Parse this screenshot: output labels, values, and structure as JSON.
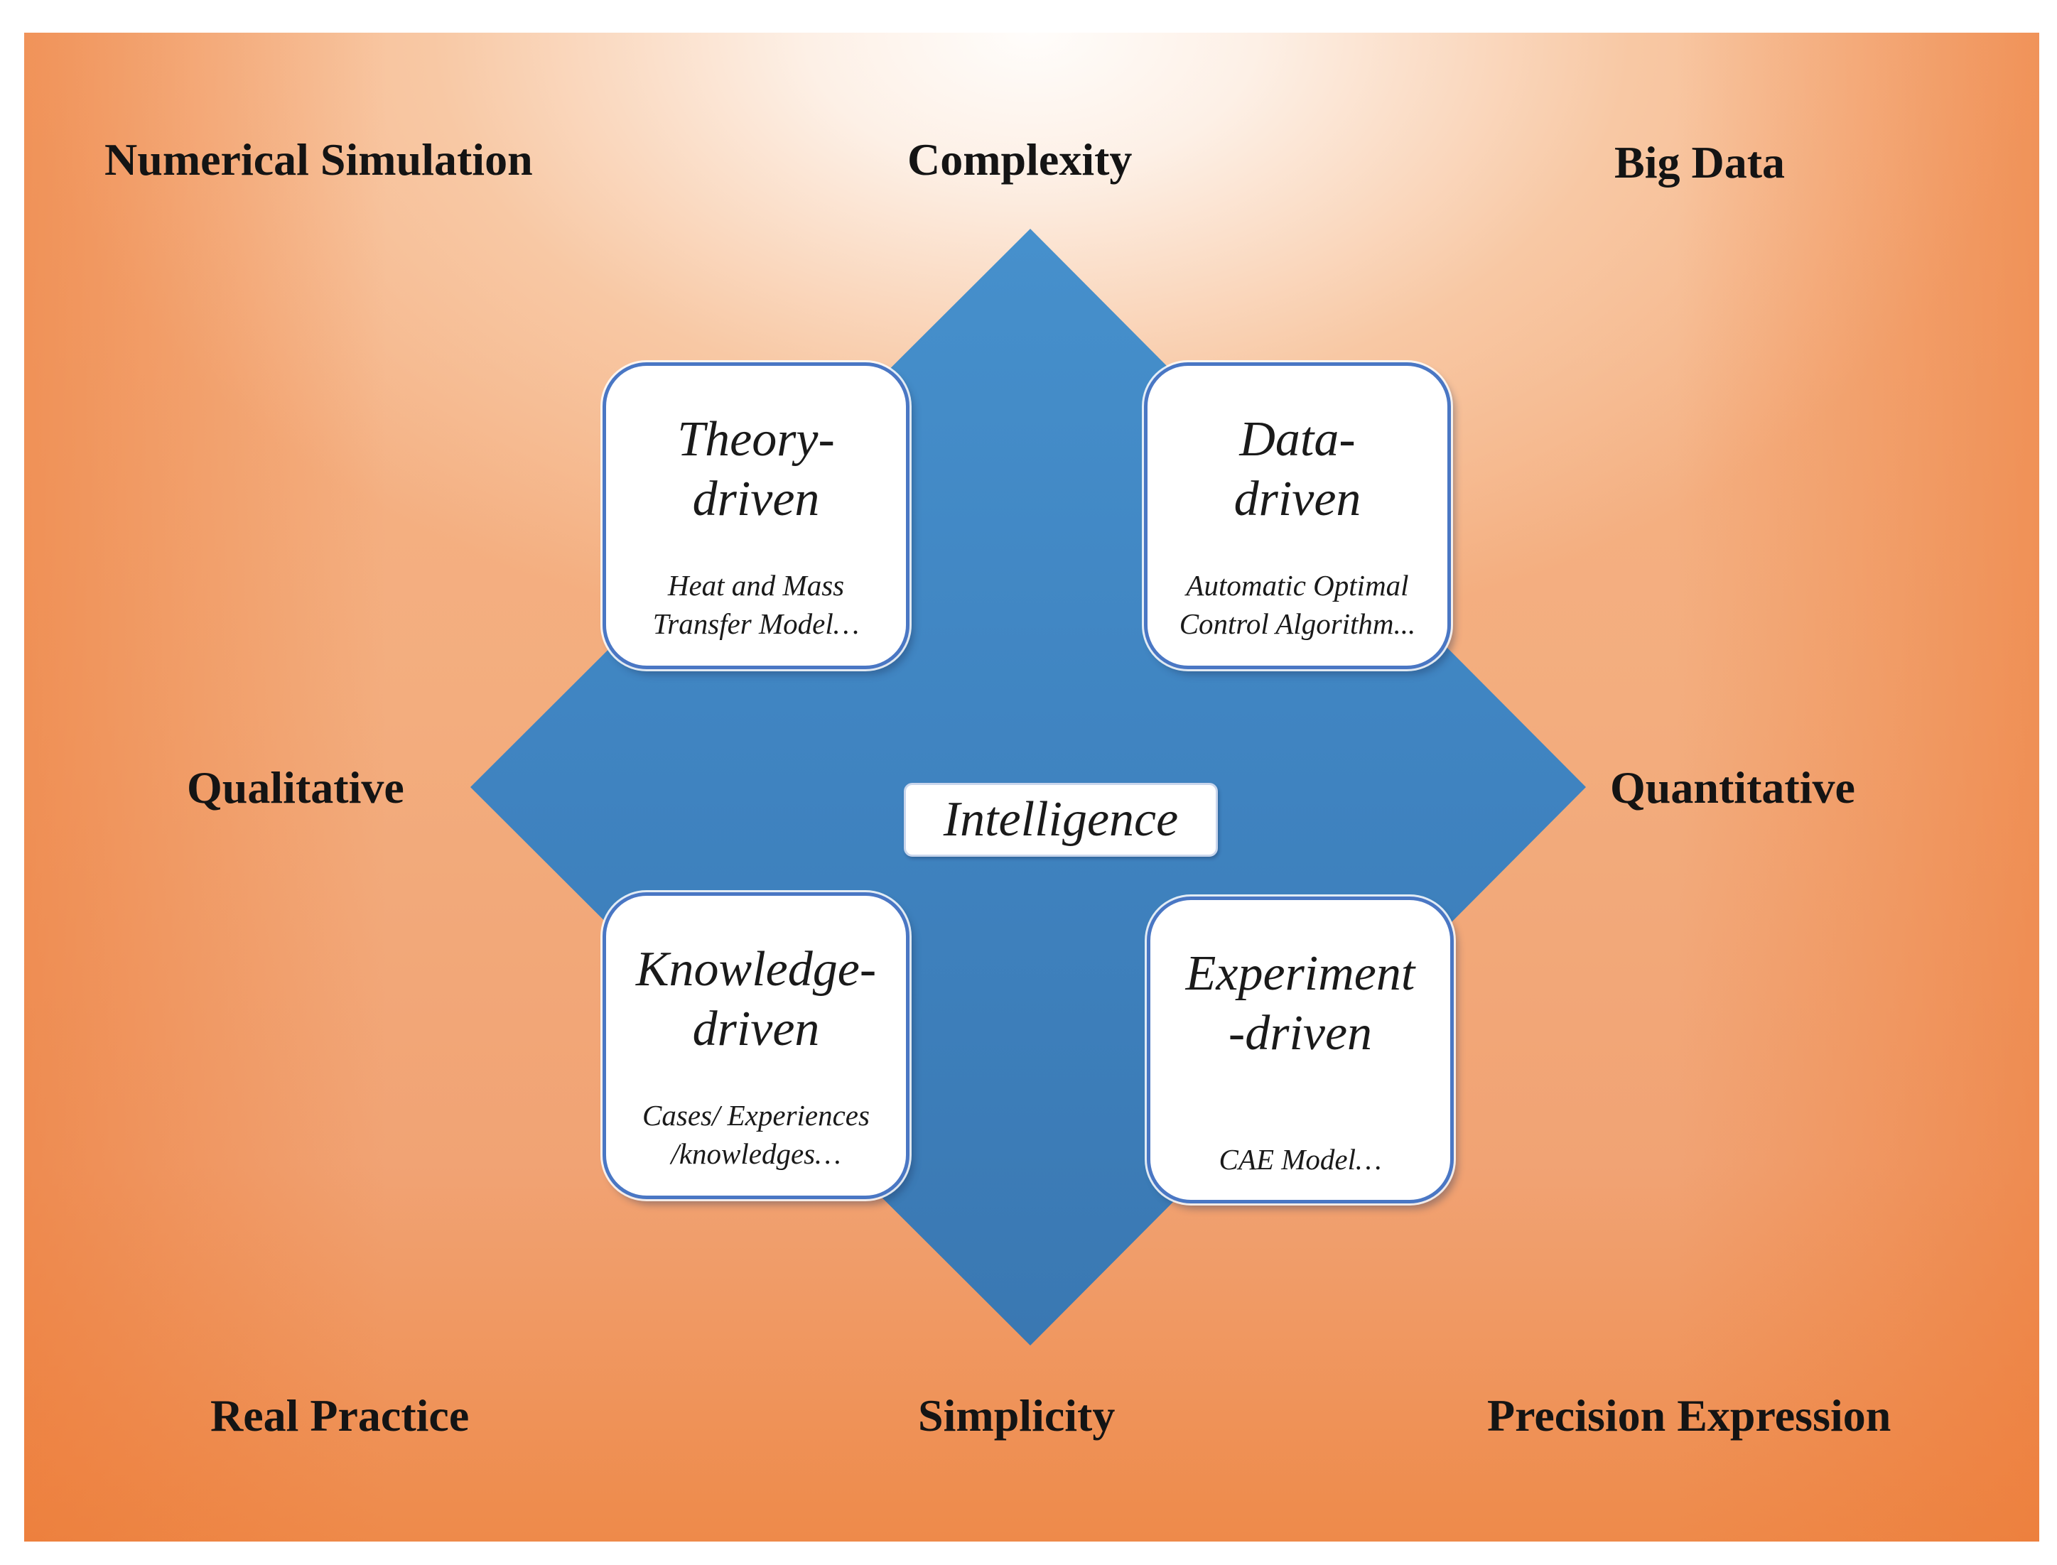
{
  "corners": {
    "top_left": "Numerical Simulation",
    "top_right": "Big Data",
    "bottom_left": "Real Practice",
    "bottom_right": "Precision Expression"
  },
  "axes": {
    "top": "Complexity",
    "bottom": "Simplicity",
    "left": "Qualitative",
    "right": "Quantitative"
  },
  "center": "Intelligence",
  "quadrants": {
    "top_left": {
      "title": "Theory-\ndriven",
      "subtitle": "Heat and Mass\nTransfer Model…"
    },
    "top_right": {
      "title": "Data-\ndriven",
      "subtitle": "Automatic Optimal\nControl Algorithm..."
    },
    "bottom_left": {
      "title": "Knowledge-\ndriven",
      "subtitle": "Cases/ Experiences\n/knowledges…"
    },
    "bottom_right": {
      "title": "Experiment\n-driven",
      "subtitle": "CAE Model…"
    }
  },
  "colors": {
    "background_orange": "#ef8a4a",
    "background_glow": "#fffdfb",
    "diamond_blue": "#3f84c2",
    "card_border": "#4a77c4"
  }
}
